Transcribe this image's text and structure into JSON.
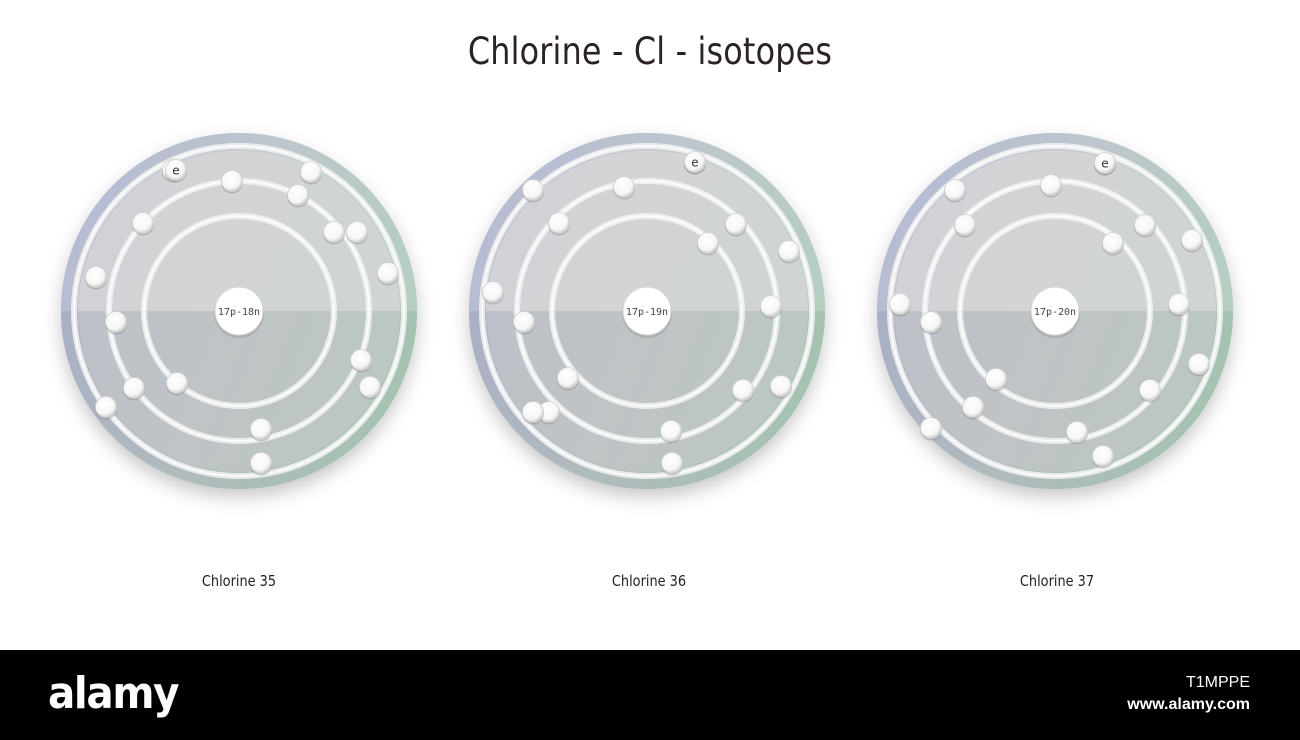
{
  "title": "Chlorine - Cl - isotopes",
  "colors": {
    "ring_left": "#6f7fd3",
    "ring_top": "#84a9b8",
    "ring_right": "#5fc889",
    "disc_top": "#d2d2d2",
    "disc_bottom": "#c1c1c1",
    "orbit": "#f3f3f3"
  },
  "electron_label": "e",
  "atoms": [
    {
      "nucleus_label": "17p-18n",
      "caption": "Chlorine 35"
    },
    {
      "nucleus_label": "17p-19n",
      "caption": "Chlorine 36"
    },
    {
      "nucleus_label": "17p-20n",
      "caption": "Chlorine 37"
    }
  ],
  "footer": {
    "logo": "alamy",
    "image_id": "T1MPPE",
    "url": "www.alamy.com"
  }
}
